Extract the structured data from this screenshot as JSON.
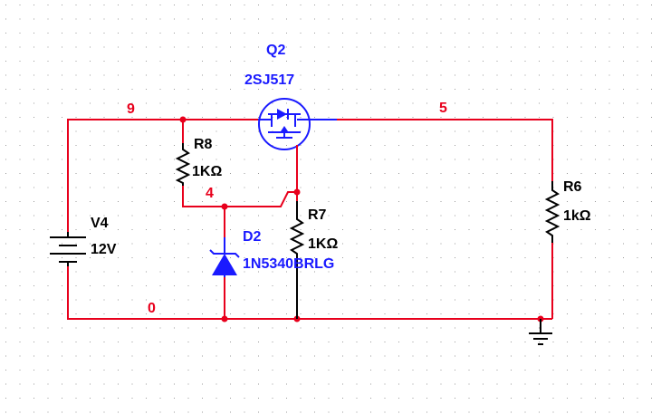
{
  "colors": {
    "wire": "#e8001c",
    "component": "#000000",
    "highlight": "#1a1aff",
    "grid_dot": "#9a9a9a",
    "background": "#ffffff"
  },
  "nets": {
    "n9": "9",
    "n5": "5",
    "n4": "4",
    "n0": "0"
  },
  "components": {
    "q2": {
      "ref": "Q2",
      "value": "2SJ517",
      "icon": "pmos-transistor-icon"
    },
    "r8": {
      "ref": "R8",
      "value": "1KΩ",
      "icon": "resistor-icon"
    },
    "r7": {
      "ref": "R7",
      "value": "1KΩ",
      "icon": "resistor-icon"
    },
    "r6": {
      "ref": "R6",
      "value": "1kΩ",
      "icon": "resistor-icon"
    },
    "v4": {
      "ref": "V4",
      "value": "12V",
      "icon": "dc-battery-icon"
    },
    "d2": {
      "ref": "D2",
      "value": "1N5340BRLG",
      "icon": "zener-diode-icon"
    },
    "gnd": {
      "icon": "ground-icon"
    }
  }
}
